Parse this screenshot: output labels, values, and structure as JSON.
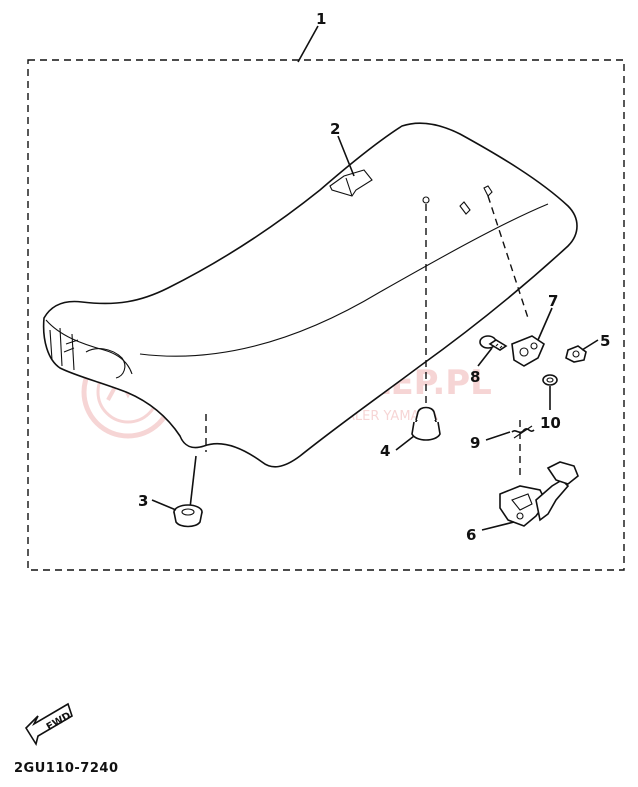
{
  "diagram": {
    "parts": [
      {
        "number": "1"
      },
      {
        "number": "2"
      },
      {
        "number": "3"
      },
      {
        "number": "4"
      },
      {
        "number": "5"
      },
      {
        "number": "6"
      },
      {
        "number": "7"
      },
      {
        "number": "8"
      },
      {
        "number": "9"
      },
      {
        "number": "10"
      }
    ],
    "fwd_arrow_label": "FWD",
    "catalog_code": "2GU110-7240"
  },
  "watermark": {
    "title": "YAMA-SKLEP.PL",
    "subtitle": "WOJCIECHOWICE | DEALER YAMAHA",
    "color": "#f0b4b4"
  }
}
